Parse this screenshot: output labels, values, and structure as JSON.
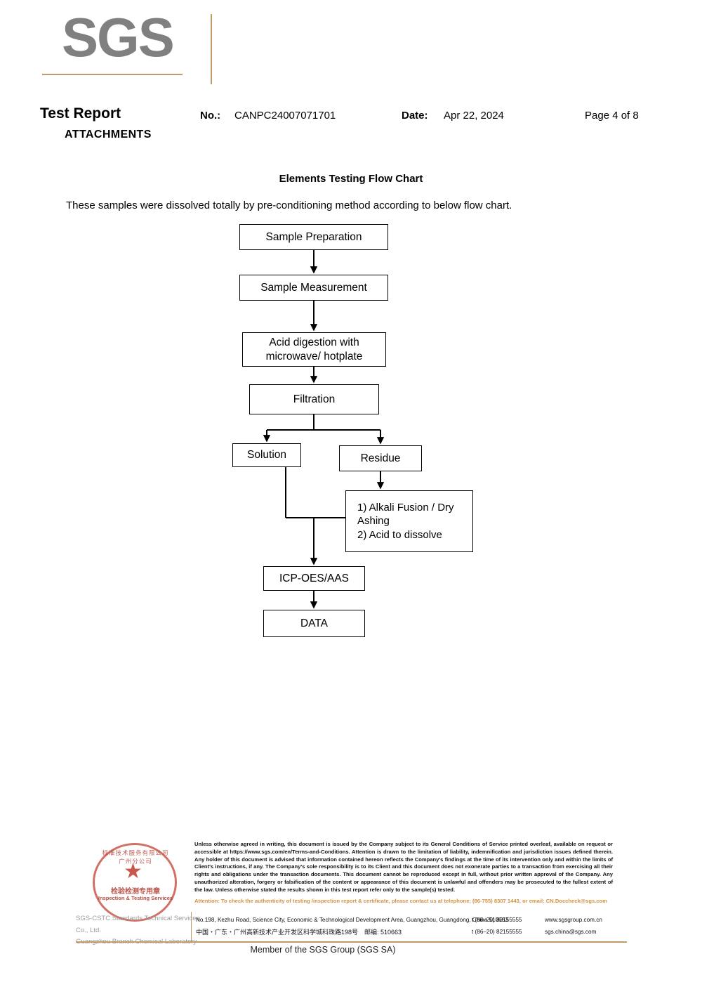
{
  "header": {
    "logo_text": "SGS",
    "report_title": "Test Report",
    "attachments_label": "ATTACHMENTS",
    "no_key": "No.:",
    "no_value": "CANPC24007071701",
    "date_key": "Date:",
    "date_value": "Apr 22, 2024",
    "page_value": "Page 4 of 8"
  },
  "flow_section": {
    "title": "Elements Testing Flow Chart",
    "intro": "These samples were dissolved totally by pre-conditioning method according to below flow chart."
  },
  "flowchart": {
    "type": "diagram",
    "nodes": [
      {
        "id": "sample_preparation",
        "label": "Sample Preparation"
      },
      {
        "id": "sample_measurement",
        "label": "Sample Measurement"
      },
      {
        "id": "acid_digestion",
        "label": "Acid digestion with\nmicrowave/ hotplate"
      },
      {
        "id": "filtration",
        "label": "Filtration"
      },
      {
        "id": "solution",
        "label": "Solution"
      },
      {
        "id": "residue",
        "label": "Residue"
      },
      {
        "id": "alkali_fusion",
        "label": "1) Alkali Fusion / Dry\n     Ashing\n2) Acid to dissolve"
      },
      {
        "id": "icp_oes_aas",
        "label": "ICP-OES/AAS"
      },
      {
        "id": "data",
        "label": "DATA"
      }
    ],
    "edges": [
      {
        "from": "sample_preparation",
        "to": "sample_measurement"
      },
      {
        "from": "sample_measurement",
        "to": "acid_digestion"
      },
      {
        "from": "acid_digestion",
        "to": "filtration"
      },
      {
        "from": "filtration",
        "to": "solution"
      },
      {
        "from": "filtration",
        "to": "residue"
      },
      {
        "from": "residue",
        "to": "alkali_fusion"
      },
      {
        "from": "solution",
        "to": "icp_oes_aas"
      },
      {
        "from": "alkali_fusion",
        "to": "icp_oes_aas"
      },
      {
        "from": "icp_oes_aas",
        "to": "data"
      }
    ]
  },
  "footer": {
    "seal": {
      "arc_top": "标准技术服务有限公司广州分公司",
      "star": "★",
      "cn_text": "检验检测专用章",
      "en_text": "Inspection & Testing Services"
    },
    "company_line1": "SGS-CSTC Standards Technical Services Co., Ltd.",
    "company_line2": "Guangzhou Branch Chemical Laboratory",
    "disclaimer": "Unless otherwise agreed in writing, this document is issued by the Company subject to its General Conditions of Service printed overleaf, available on request or accessible at https://www.sgs.com/en/Terms-and-Conditions. Attention is drawn to the limitation of liability, indemnification and jurisdiction issues defined therein. Any holder of this document is advised that information contained hereon reflects the Company's findings at the time of its intervention only and within the limits of Client's instructions, if any. The Company's sole responsibility is to its Client and this document does not exonerate parties to a transaction from exercising all their rights and obligations under the transaction documents. This document cannot be reproduced except in full, without prior written approval of the Company. Any unauthorized alteration, forgery or falsification of the content or appearance of this document is unlawful and offenders may be prosecuted to the fullest extent of the law. Unless otherwise stated the results shown in this test report refer only to the sample(s) tested.",
    "attention": "Attention: To check the authenticity of testing /inspection report & certificate, please contact us at telephone: (86-755) 8307 1443, or email: CN.Doccheck@sgs.com",
    "address_en": "No.198, Kezhu Road, Science City, Economic & Technological Development Area, Guangzhou, Guangdong, China 510663",
    "address_cn": "中国・广东・广州高新技术产业开发区科学城科珠路198号　邮编: 510663",
    "tel_en": "t (86–20) 82155555",
    "tel_cn": "t (86–20) 82155555",
    "website": "www.sgsgroup.com.cn",
    "email": "sgs.china@sgs.com",
    "member_line": "Member of the SGS Group (SGS SA)"
  },
  "colors": {
    "brand_rule": "#c39a6b",
    "logo_grey": "#808080",
    "attention_orange": "#d4913f",
    "seal_red": "#c0392b"
  }
}
